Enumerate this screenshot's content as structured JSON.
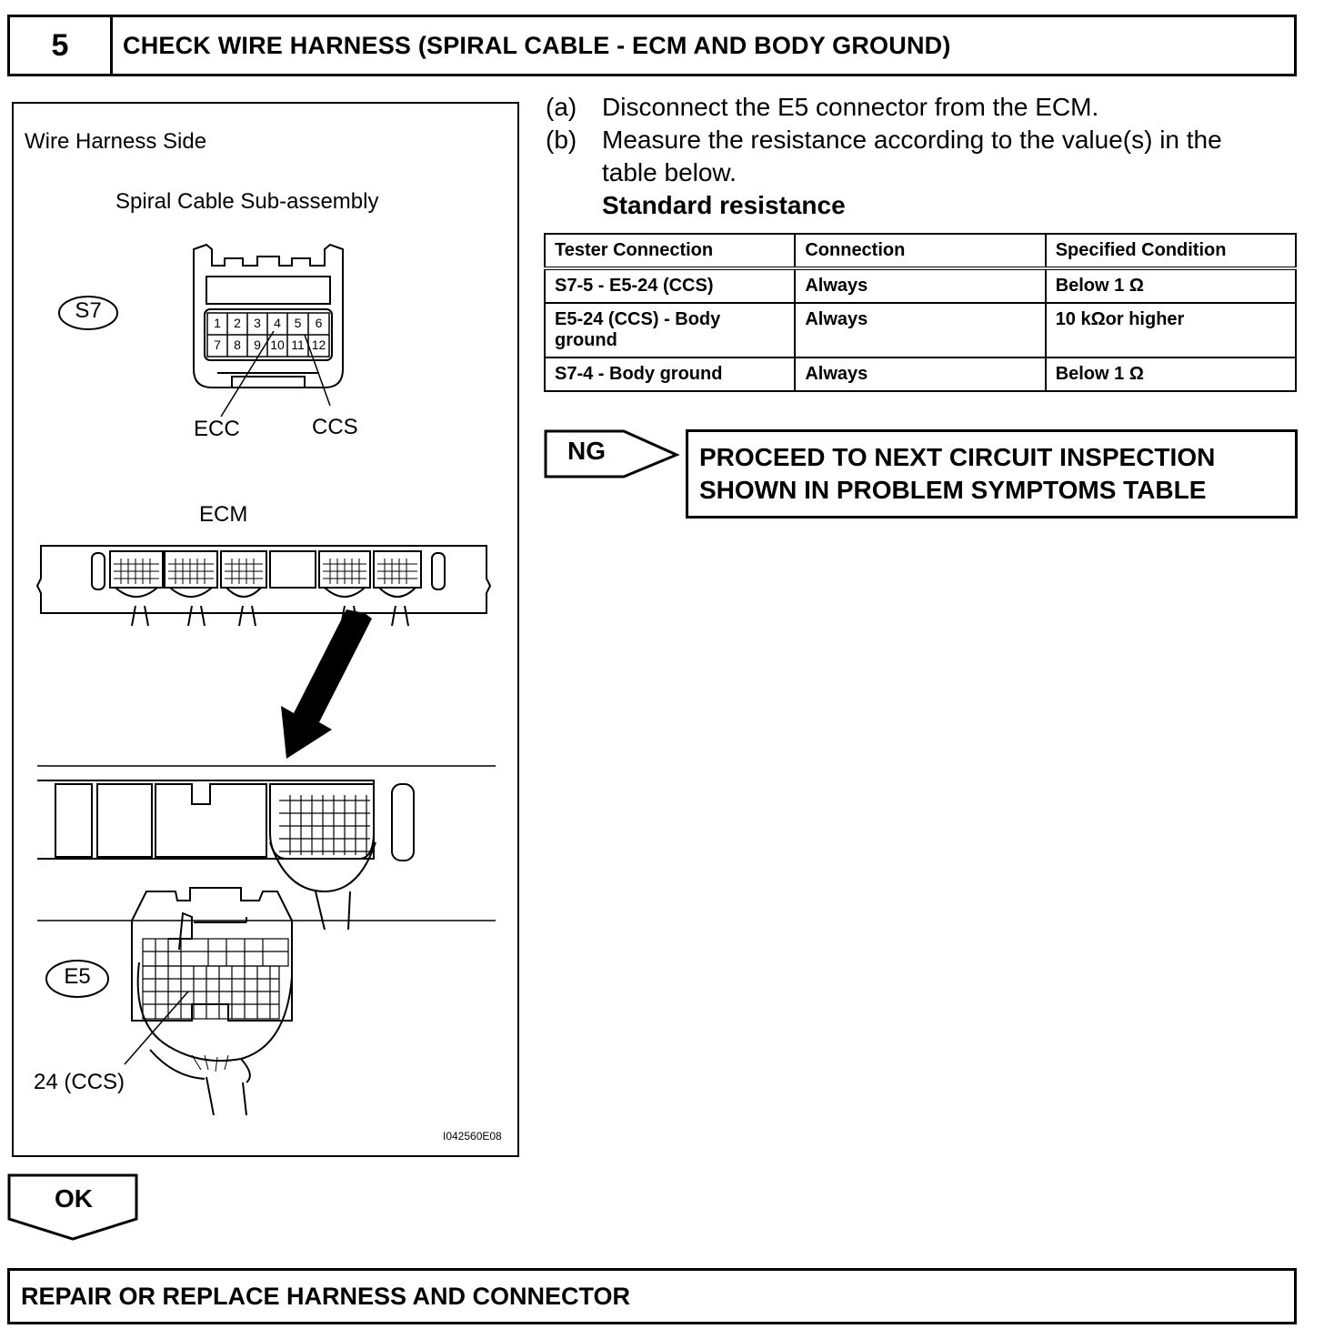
{
  "step": {
    "number": "5",
    "title": "CHECK WIRE HARNESS (SPIRAL CABLE - ECM AND  BODY GROUND)"
  },
  "figure": {
    "heading": "Wire Harness Side",
    "subheading": "Spiral Cable Sub-assembly",
    "connector_s7": "S7",
    "s7_pins_top": [
      "1",
      "2",
      "3",
      "4",
      "5",
      "6"
    ],
    "s7_pins_bottom": [
      "7",
      "8",
      "9",
      "10",
      "11",
      "12"
    ],
    "label_ecc": "ECC",
    "label_ccs": "CCS",
    "ecm_label": "ECM",
    "connector_e5": "E5",
    "pin_label": "24 (CCS)",
    "figure_id": "I042560E08"
  },
  "instructions": {
    "a_label": "(a)",
    "a_text": "Disconnect the E5 connector from the ECM.",
    "b_label": "(b)",
    "b_text_1": "Measure the resistance according to the value(s) in the",
    "b_text_2": "table below.",
    "standard": "Standard resistance"
  },
  "table": {
    "headers": [
      "Tester Connection",
      "Connection",
      "Specified Condition"
    ],
    "rows": [
      [
        "S7-5 - E5-24 (CCS)",
        "Always",
        "Below 1 Ω"
      ],
      [
        "E5-24 (CCS) - Body ground",
        "Always",
        "10 kΩor higher"
      ],
      [
        "S7-4 - Body ground",
        "Always",
        "Below 1 Ω"
      ]
    ]
  },
  "ng": {
    "tag": "NG",
    "line1": "PROCEED TO NEXT CIRCUIT INSPECTION",
    "line2": "SHOWN IN PROBLEM SYMPTOMS TABLE"
  },
  "ok": {
    "tag": "OK"
  },
  "final": {
    "text": "REPAIR OR REPLACE HARNESS AND CONNECTOR"
  }
}
